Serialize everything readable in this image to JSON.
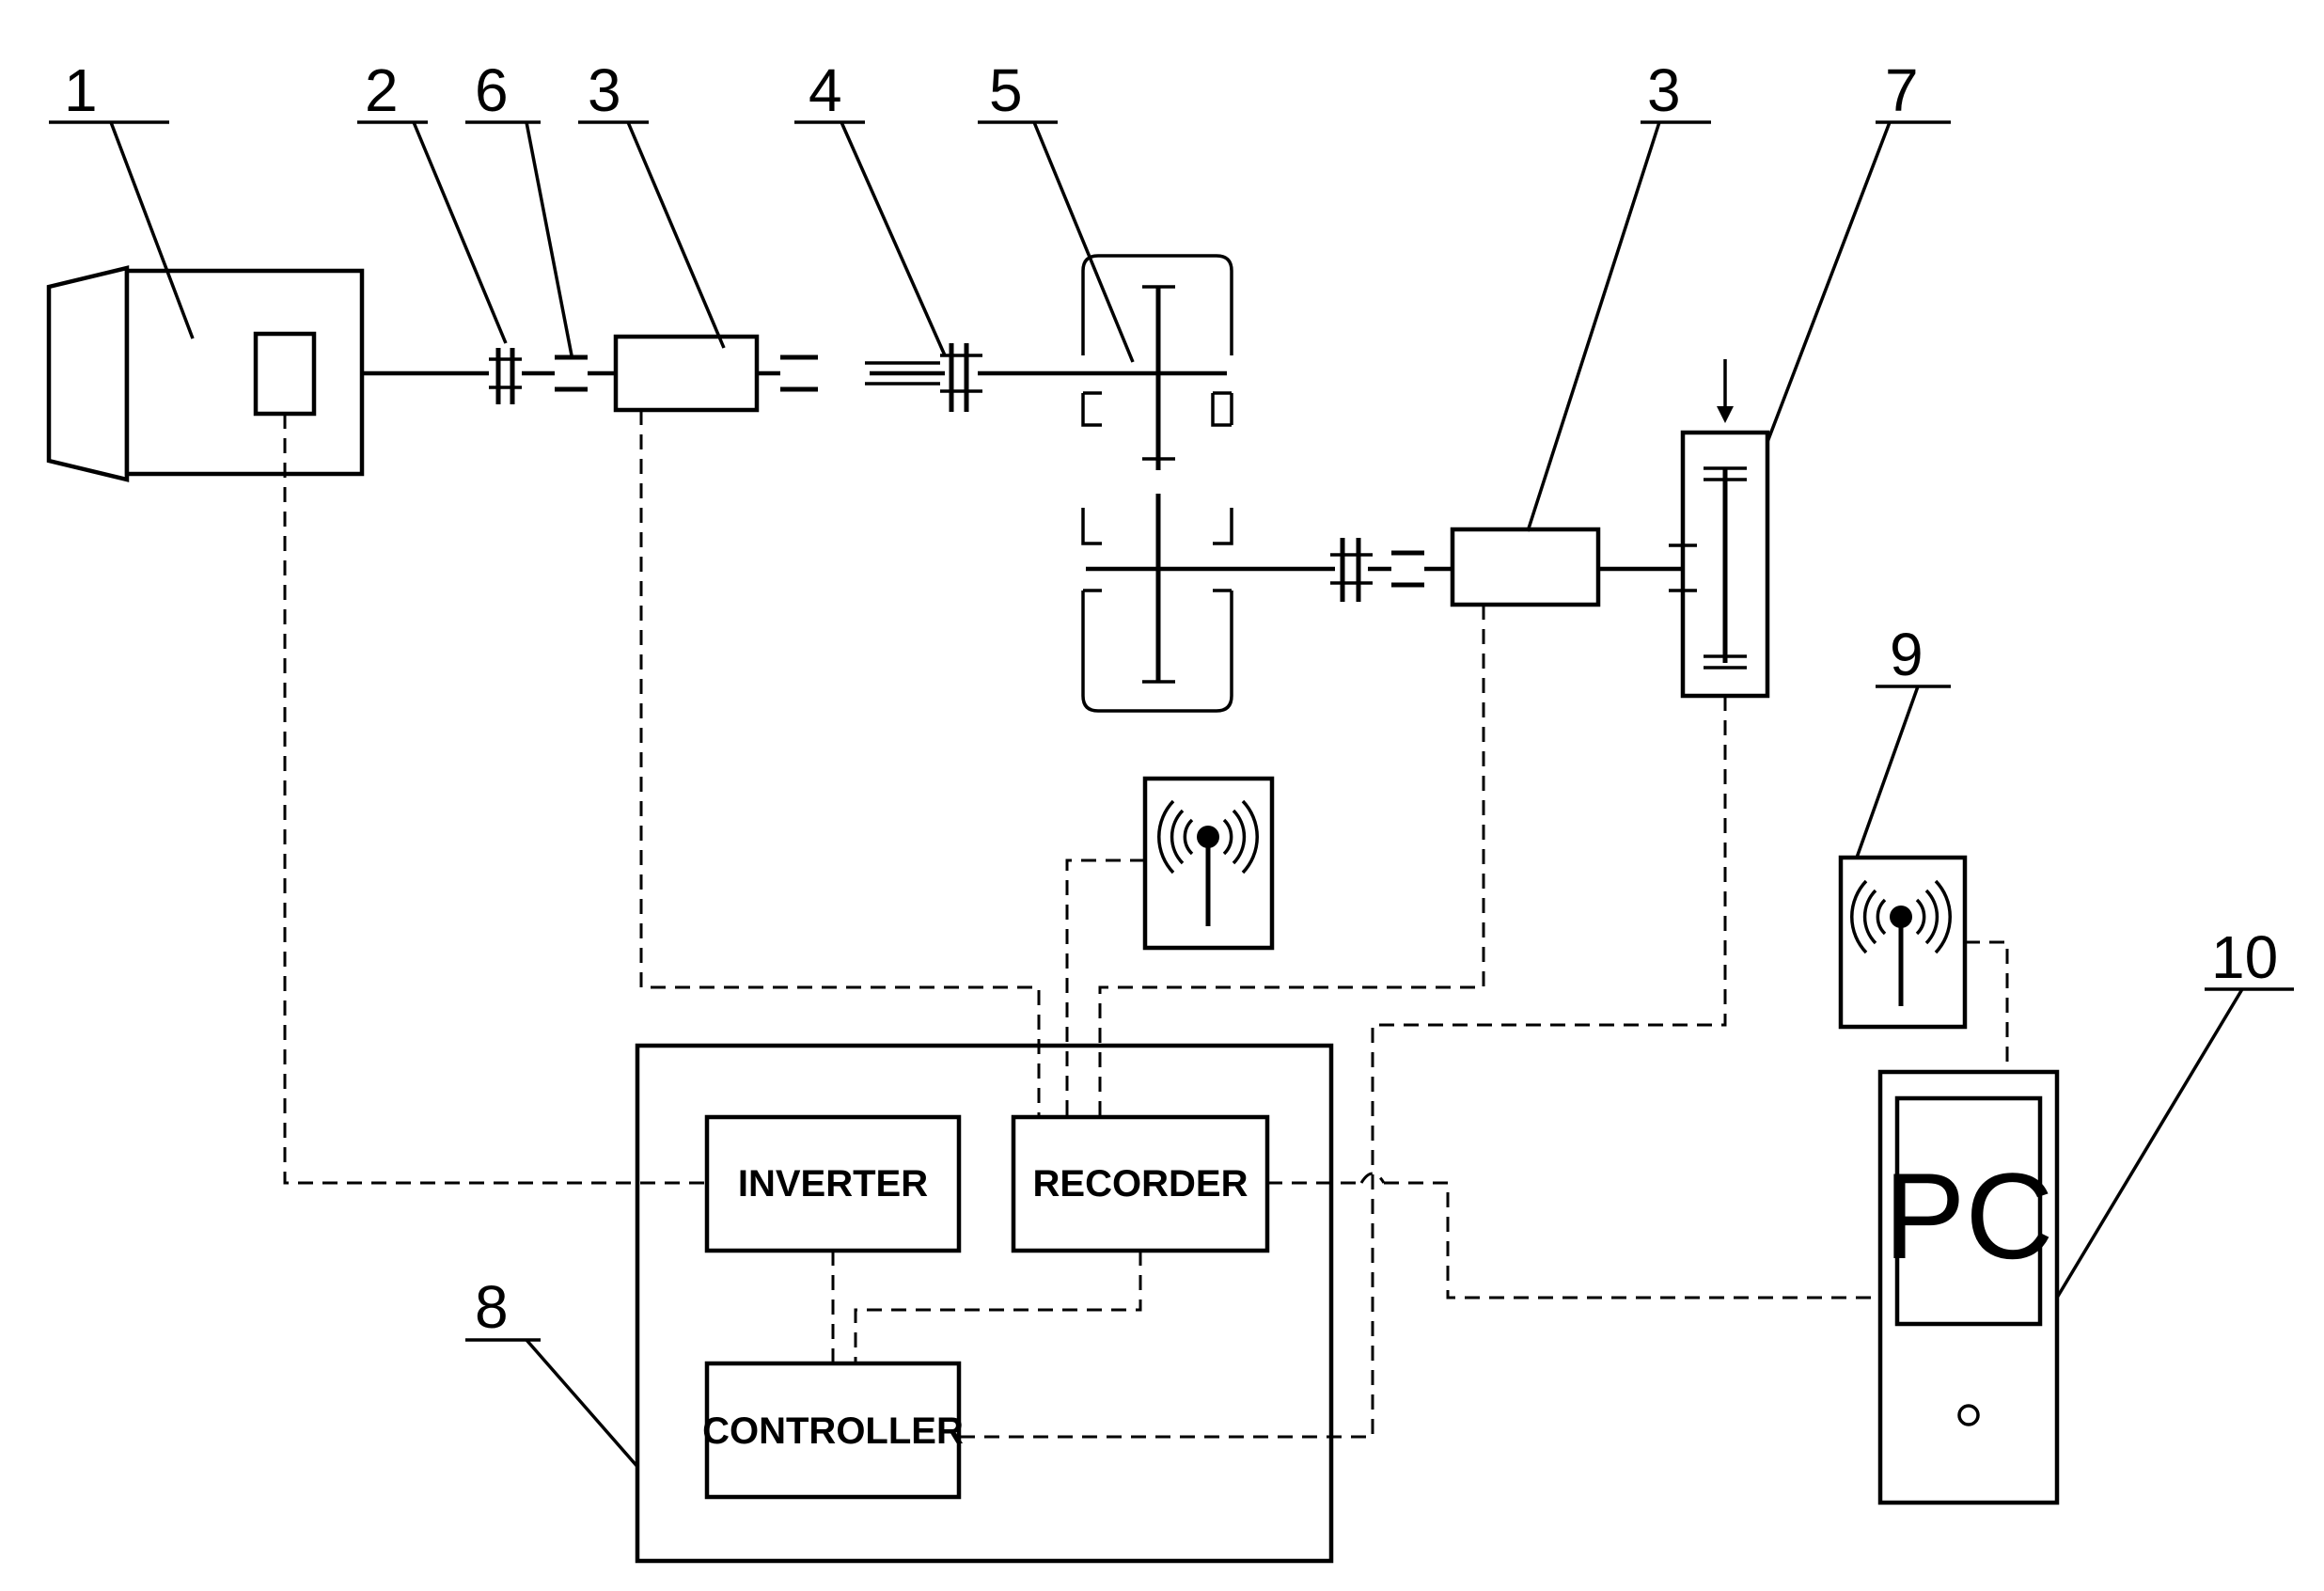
{
  "labels": {
    "n1": "1",
    "n2": "2",
    "n6": "6",
    "n3a": "3",
    "n4": "4",
    "n5": "5",
    "n3b": "3",
    "n7": "7",
    "n9": "9",
    "n10": "10",
    "n8": "8"
  },
  "blocks": {
    "inverter": "INVERTER",
    "recorder": "RECORDER",
    "controller": "CONTROLLER",
    "pc": "PC"
  },
  "icons": {
    "transmitter": "wireless-antenna-icon",
    "receiver": "wireless-antenna-icon",
    "load_arrow": "arrow-down-icon"
  }
}
